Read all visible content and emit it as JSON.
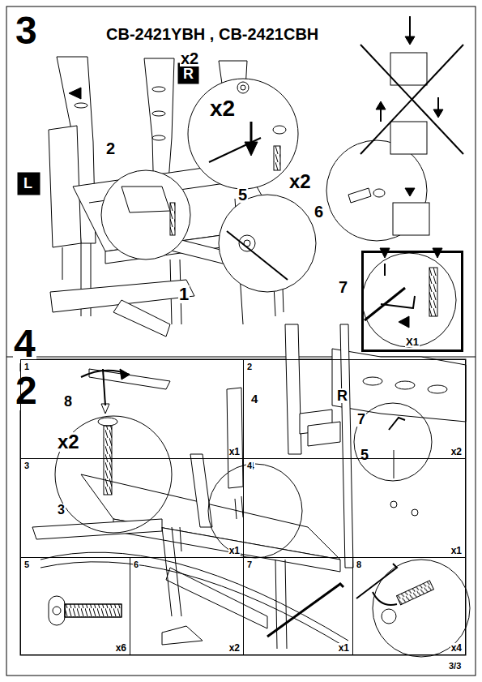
{
  "diagram": {
    "title": "CB-2421YBH , CB-2421CBH",
    "nodes": [
      {
        "text": [
          "1",
          "x1"
        ]
      },
      {
        "text": [
          "2",
          "x2"
        ]
      },
      {
        "text": [
          "3",
          "x1"
        ]
      },
      {
        "text": [
          "4",
          "x1"
        ]
      },
      {
        "text": [
          "5",
          "x6"
        ]
      },
      {
        "text": [
          "6",
          "x2"
        ]
      },
      {
        "text": [
          "7",
          "x1"
        ]
      },
      {
        "text": [
          "8",
          "x4"
        ]
      },
      {
        "text": [
          "X1"
        ]
      }
    ],
    "labels": [
      "3",
      "x2",
      "R",
      "L",
      "2",
      "x2",
      "x2",
      "5",
      "6",
      "7",
      "1",
      "4",
      "2",
      "8",
      "x2",
      "4",
      "R",
      "7",
      "5",
      "4",
      "3",
      "3/3"
    ]
  }
}
